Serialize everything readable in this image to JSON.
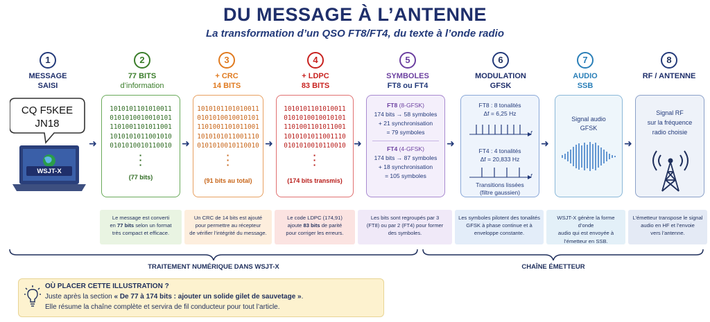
{
  "header": {
    "title": "DU MESSAGE À L’ANTENNE",
    "subtitle": "La transformation d’un QSO FT8/FT4, du texte à l’onde radio"
  },
  "colors": {
    "navy": "#1f2f6b",
    "green": "#3a7d2a",
    "orange": "#e07a1f",
    "red": "#c8221f",
    "purple": "#6b3fa0",
    "blue": "#2a5fa8"
  },
  "steps": [
    {
      "num": "1",
      "title": "MESSAGE",
      "sub": "SAISI"
    },
    {
      "num": "2",
      "title": "77 BITS",
      "sub": "d’information"
    },
    {
      "num": "3",
      "title": "+ CRC",
      "sub": "14 BITS"
    },
    {
      "num": "4",
      "title": "+ LDPC",
      "sub": "83 BITS"
    },
    {
      "num": "5",
      "title": "SYMBOLES",
      "sub": "FT8 ou FT4"
    },
    {
      "num": "6",
      "title": "MODULATION",
      "sub": "GFSK"
    },
    {
      "num": "7",
      "title": "AUDIO",
      "sub": "SSB"
    },
    {
      "num": "8",
      "title": "RF / ANTENNE",
      "sub": ""
    }
  ],
  "message": {
    "line1": "CQ F5KEE",
    "line2": "JN18",
    "laptop_label": "WSJT-X"
  },
  "bits_rows": [
    "1010101101010011",
    "0101010010010101",
    "1101001101011001",
    "1010101011001010",
    "0101010010110010"
  ],
  "bits_rows_crc": [
    "1010101101010011",
    "0101010010010101",
    "1101001101011001",
    "1010101011001110",
    "0101010010110010"
  ],
  "bits_rows_ldpc": [
    "1010101101010011",
    "0101010010010101",
    "1101001101011001",
    "1010101011001110",
    "0101010010110010"
  ],
  "card_foot": {
    "bits77": "(77 bits)",
    "bits91": "(91 bits au total)",
    "bits174": "(174 bits transmis)"
  },
  "symbols": {
    "ft8_head": "FT8",
    "ft8_mode": "(8-GFSK)",
    "ft8_l1": "174 bits → 58 symboles",
    "ft8_l2": "+ 21 synchronisation",
    "ft8_l3": "= 79 symboles",
    "ft4_head": "FT4",
    "ft4_mode": "(4-GFSK)",
    "ft4_l1": "174 bits → 87 symboles",
    "ft4_l2": "+ 18 synchronisation",
    "ft4_l3": "= 105 symboles"
  },
  "modulation": {
    "ft8_tones": "FT8 : 8 tonalités",
    "ft8_df": "Δf = 6,25 Hz",
    "ft4_tones": "FT4 : 4 tonalités",
    "ft4_df": "Δf = 20,833 Hz",
    "axis_f": "f",
    "transitions": "Transitions lissées",
    "filter": "(filtre gaussien)"
  },
  "audio": {
    "label1": "Signal audio",
    "label2": "GFSK"
  },
  "rf": {
    "label1": "Signal RF",
    "label2": "sur la fréquence",
    "label3": "radio choisie"
  },
  "descriptions": [
    {
      "t1": "Le message est converti",
      "t2a": "en ",
      "t2b": "77 bits",
      "t2c": " selon un format",
      "t3": "très compact et efficace."
    },
    {
      "t1": "Un CRC de 14 bits est ajouté",
      "t2": "pour permettre au récepteur",
      "t3": "de vérifier l’intégrité du message."
    },
    {
      "t1": "Le code LDPC (174,91)",
      "t2a": "ajoute ",
      "t2b": "83 bits",
      "t2c": " de parité",
      "t3": "pour corriger les erreurs."
    },
    {
      "t1": "Les bits sont regroupés par 3",
      "t2": "(FT8) ou par 2 (FT4) pour former",
      "t3": "des symboles."
    },
    {
      "t1": "Les symboles pilotent des tonalités",
      "t2": "GFSK à phase continue et à",
      "t3": "enveloppe constante."
    },
    {
      "t1": "WSJT-X génère la forme d’onde",
      "t2": "audio qui est envoyée à",
      "t3": "l’émetteur en SSB."
    },
    {
      "t1": "L’émetteur transpose le signal",
      "t2": "audio en HF et l’envoie",
      "t3": "vers l’antenne."
    }
  ],
  "braces": {
    "left": "TRAITEMENT NUMÉRIQUE DANS WSJT-X",
    "right": "CHAÎNE ÉMETTEUR"
  },
  "tip": {
    "heading": "OÙ PLACER CETTE ILLUSTRATION ?",
    "line1a": "Juste après la section ",
    "line1b": "« De 77 à 174 bits : ajouter un solide gilet de sauvetage »",
    "line1c": ".",
    "line2": "Elle résume la chaîne complète et servira de fil conducteur pour tout l’article."
  }
}
